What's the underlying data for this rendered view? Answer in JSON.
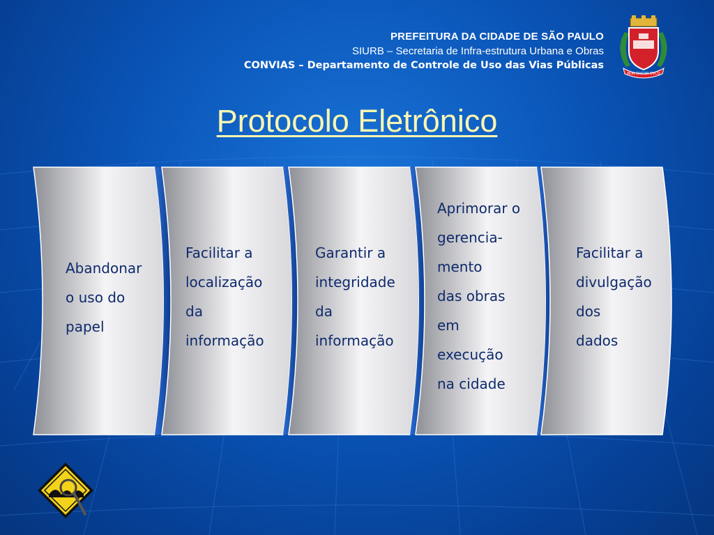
{
  "header": {
    "line1": "PREFEITURA DA CIDADE DE SÃO PAULO",
    "line2": "SIURB – Secretaria de Infra-estrutura Urbana e Obras",
    "line3": "CONVIAS – Departamento de Controle de Uso das Vias Públicas"
  },
  "crest": {
    "motto": "NON DVCOR DVCO"
  },
  "title": "Protocolo Eletrônico",
  "cards": [
    {
      "lines": [
        "Abandonar",
        "o uso do",
        "papel"
      ]
    },
    {
      "lines": [
        "Facilitar a",
        "localização",
        "da",
        "informação"
      ]
    },
    {
      "lines": [
        "Garantir a",
        "integridade",
        "da",
        "informação"
      ]
    },
    {
      "lines": [
        "Aprimorar o",
        "gerencia-",
        "mento",
        "das obras",
        "em",
        "execução",
        "na cidade"
      ]
    },
    {
      "lines": [
        "Facilitar a",
        "divulgação",
        "dos",
        "dados"
      ]
    }
  ],
  "colors": {
    "background": "#0a55b8",
    "title": "#fbf6b0",
    "card_text": "#0f2a6b",
    "card_edge": "#0b3a8c"
  },
  "icons": {
    "bottom_left": "road-sign-magnifier-icon"
  }
}
